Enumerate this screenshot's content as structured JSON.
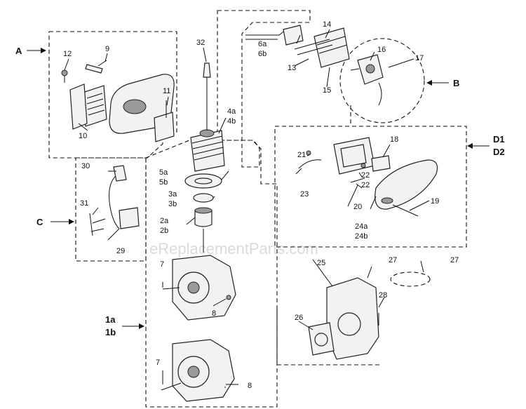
{
  "watermark": "eReplacementParts.com",
  "callouts": {
    "A": "A",
    "B": "B",
    "C": "C",
    "D1": "D1",
    "D2": "D2",
    "assembly_1a": "1a",
    "assembly_1b": "1b"
  },
  "labels": {
    "p2a": "2a",
    "p2b": "2b",
    "p3a": "3a",
    "p3b": "3b",
    "p4a": "4a",
    "p4b": "4b",
    "p5a": "5a",
    "p5b": "5b",
    "p6a": "6a",
    "p6b": "6b",
    "p7top": "7",
    "p7bot": "7",
    "p8top": "8",
    "p8bot": "8",
    "p9": "9",
    "p10": "10",
    "p11": "11",
    "p12": "12",
    "p13": "13",
    "p14": "14",
    "p15": "15",
    "p16": "16",
    "p17": "17",
    "p18": "18",
    "p19": "19",
    "p20": "20",
    "p21": "21",
    "p22a": "22",
    "p22b": "22",
    "p23": "23",
    "p24a": "24a",
    "p24b": "24b",
    "p25": "25",
    "p26": "26",
    "p27a": "27",
    "p27b": "27",
    "p28": "28",
    "p29": "29",
    "p30": "30",
    "p31": "31",
    "p32": "32"
  }
}
